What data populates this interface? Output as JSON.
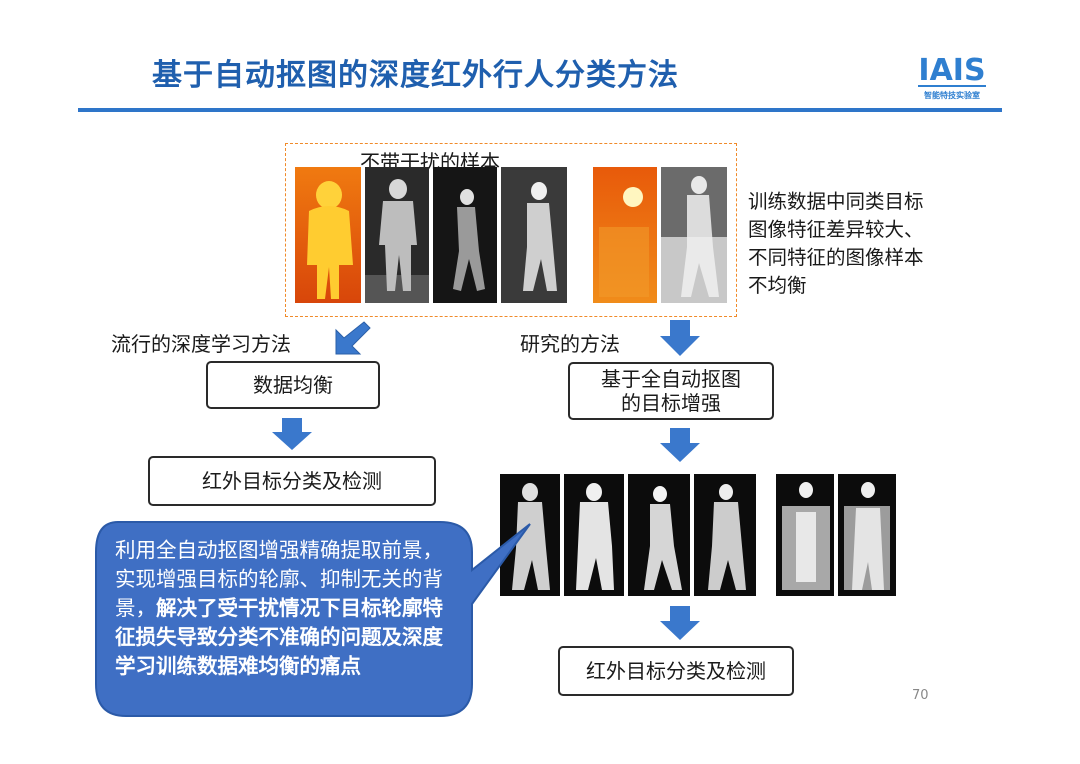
{
  "header": {
    "title": "基于自动抠图的深度红外行人分类方法",
    "logo_text": "IAIS",
    "logo_subtext": "智能特技实验室"
  },
  "samples": {
    "label": "不带干扰的样本"
  },
  "note": {
    "lines": [
      "训练数据中同类目标",
      "图像特征差异较大、",
      "不同特征的图像样本",
      "不均衡"
    ]
  },
  "left_flow": {
    "label": "流行的深度学习方法",
    "step1": "数据均衡",
    "step2": "红外目标分类及检测"
  },
  "right_flow": {
    "label": "研究的方法",
    "step1_line1": "基于全自动抠图",
    "step1_line2": "的目标增强",
    "step2": "红外目标分类及检测"
  },
  "callout": {
    "normal_text": "利用全自动抠图增强精确提取前景，实现增强目标的轮廓、抑制无关的背景，",
    "bold_text": "解决了受干扰情况下目标轮廓特征损失导致分类不准确的问题及深度学习训练数据难均衡的痛点"
  },
  "page_number": "70",
  "colors": {
    "title": "#1f5fae",
    "rule": "#2e75c9",
    "arrow": "#3a78cc",
    "callout_bg": "#3f6fc4",
    "dashed_border": "#f08a2a"
  }
}
